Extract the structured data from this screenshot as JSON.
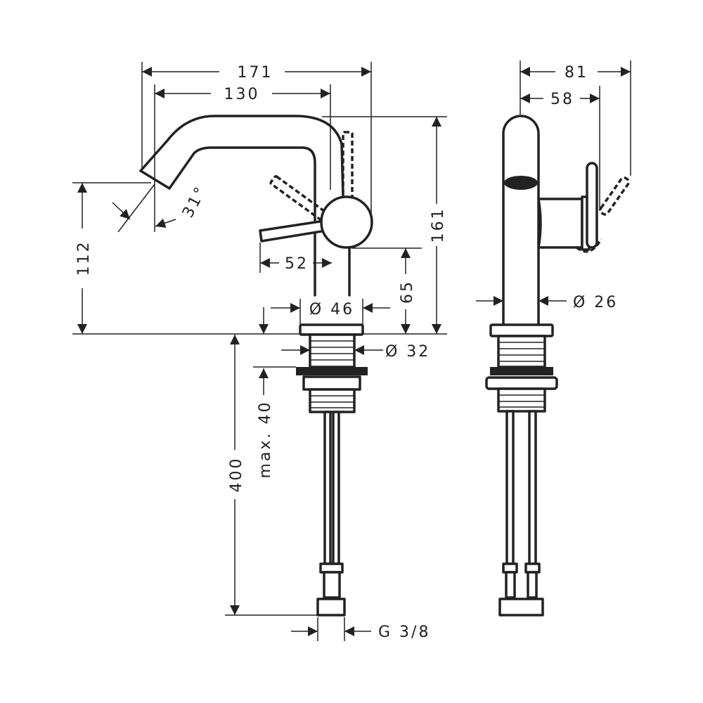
{
  "drawing": {
    "type": "faucet technical dimension drawing",
    "line_color": "#222222",
    "background": "#ffffff",
    "dimensions": {
      "overall_reach": "171",
      "spout_reach": "130",
      "spout_angle": "31°",
      "spout_height": "112",
      "lever_length": "52",
      "total_height": "161",
      "lever_axis_height": "65",
      "base_diameter": "Ø 46",
      "thread_diameter": "Ø 32",
      "max_counter_thickness": "max. 40",
      "hose_length": "400",
      "hose_connection": "G 3/8",
      "side_depth": "81",
      "side_lever_depth": "58",
      "body_diameter": "Ø 26"
    }
  }
}
